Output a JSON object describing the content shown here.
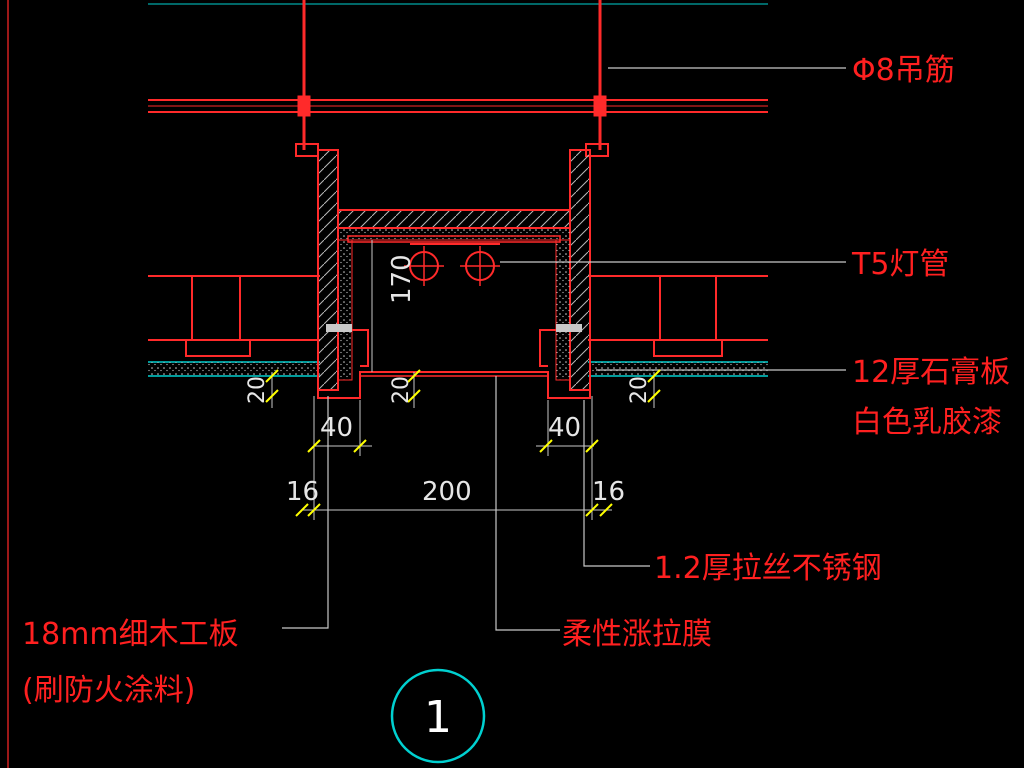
{
  "labels": {
    "hanger": "Φ8吊筋",
    "lamp": "T5灯管",
    "board_line1": "12厚石膏板",
    "board_line2": "白色乳胶漆",
    "steel": "1.2厚拉丝不锈钢",
    "film": "柔性涨拉膜",
    "wood_line1": "18mm细木工板",
    "wood_line2": "(刷防火涂料)"
  },
  "dimensions": {
    "height_170": "170",
    "left_20": "20",
    "mid_20": "20",
    "right_20": "20",
    "left_40": "40",
    "right_40": "40",
    "left_16": "16",
    "width_200": "200",
    "right_16": "16"
  },
  "detail_number": "1",
  "colors": {
    "background": "#000000",
    "label": "#ff2020",
    "structure": "#ff2a2a",
    "dimension_text": "#e6e6e6",
    "dimension_tick": "#ffff00",
    "leader": "#c8c8c8",
    "ceiling_line": "#00d0d0",
    "hatch": "#b0b0b0"
  }
}
